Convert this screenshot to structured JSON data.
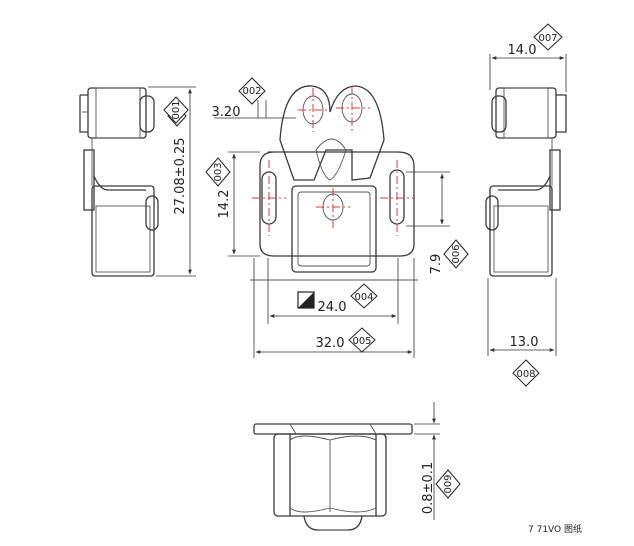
{
  "dimensions": {
    "d001": {
      "value": "27.08±0.25",
      "tag": "001"
    },
    "d002": {
      "value": "3.20",
      "tag": "002"
    },
    "d003": {
      "value": "14.2",
      "tag": "003"
    },
    "d004": {
      "value": "24.0",
      "tag": "004"
    },
    "d005": {
      "value": "32.0",
      "tag": "005"
    },
    "d006": {
      "value": "7.9",
      "tag": "006"
    },
    "d007": {
      "value": "14.0",
      "tag": "007"
    },
    "d008": {
      "value": "13.0",
      "tag": "008"
    },
    "d009": {
      "value": "0.8±0.1",
      "tag": "009"
    }
  },
  "footer_note": "7 71VO 图纸",
  "colors": {
    "centerline": "#e23a3a",
    "outline": "#3a3a3a"
  }
}
